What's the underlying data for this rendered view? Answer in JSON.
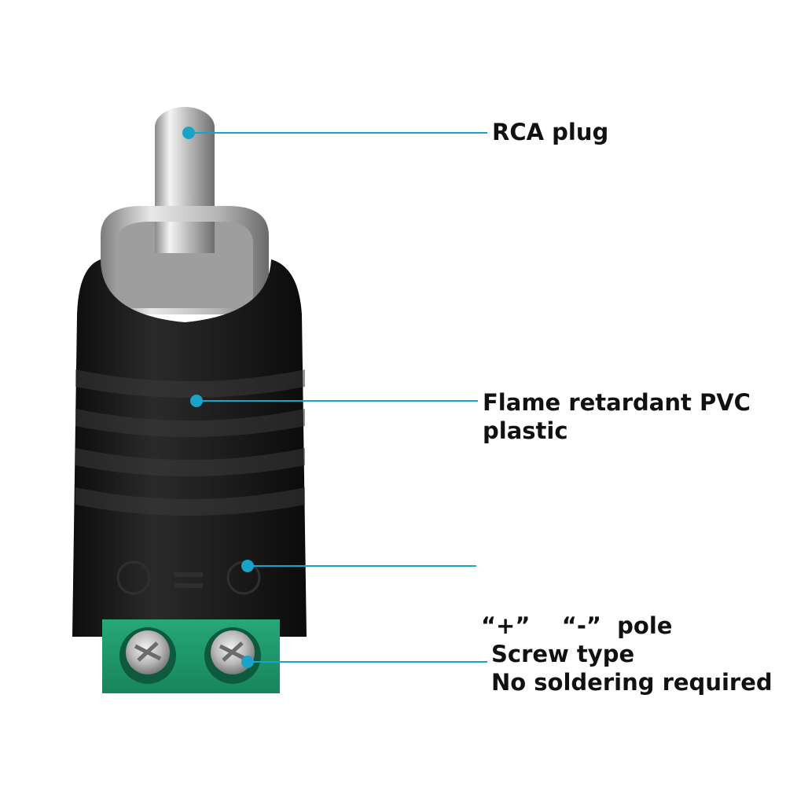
{
  "photo": {
    "subject": "rca-male-plug-to-screw-terminal-adapter",
    "colors": {
      "background": "#ffffff",
      "body": "#1b1b1b",
      "metal": "#c9c9c9",
      "terminal": "#1f9a6a",
      "callout": "#1aa3c8",
      "text": "#111111"
    }
  },
  "callouts": [
    {
      "id": "rca",
      "lines": [
        "RCA plug"
      ]
    },
    {
      "id": "pvc",
      "lines": [
        "Flame retardant PVC",
        "plastic"
      ]
    },
    {
      "id": "pole",
      "lines": [
        "“+”    “-”  pole"
      ]
    },
    {
      "id": "screw",
      "lines": [
        "Screw type",
        "No soldering required"
      ]
    }
  ]
}
